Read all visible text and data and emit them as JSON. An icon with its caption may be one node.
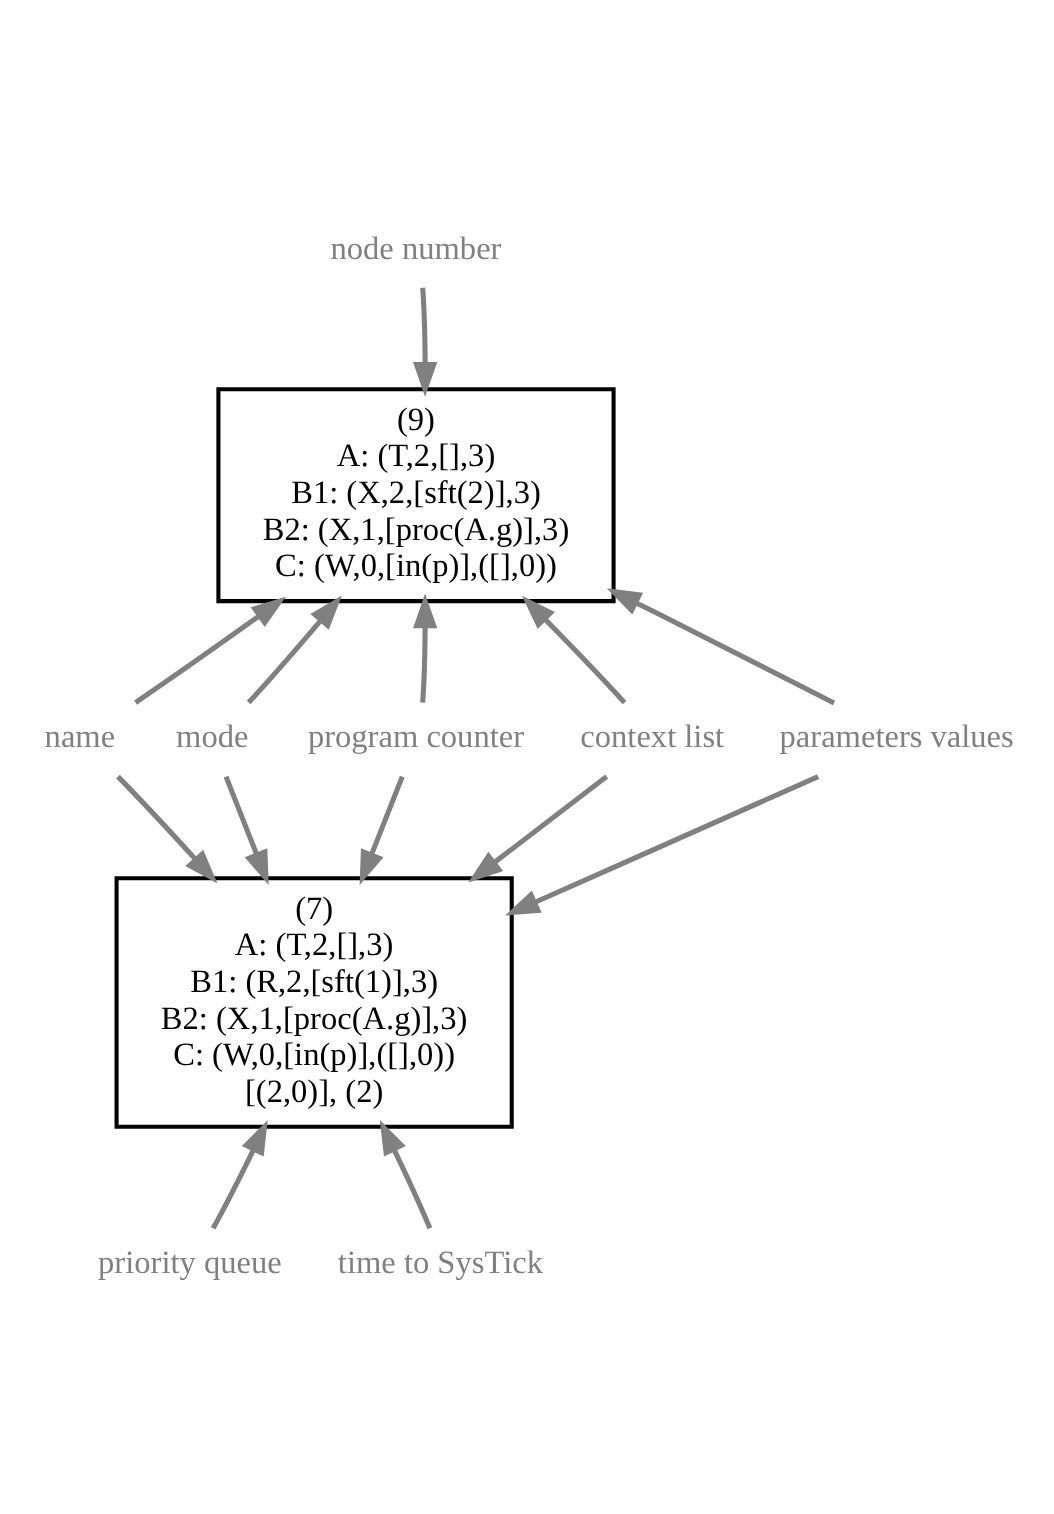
{
  "diagram": {
    "nodes": [
      {
        "text": [
          "node number"
        ]
      },
      {
        "text": [
          "(9)",
          "A: (T,2,[],3)",
          "B1: (X,2,[sft(2)],3)",
          "B2: (X,1,[proc(A.g)],3)",
          "C: (W,0,[in(p)],([],0))"
        ]
      },
      {
        "text": [
          "name"
        ]
      },
      {
        "text": [
          "mode"
        ]
      },
      {
        "text": [
          "program counter"
        ]
      },
      {
        "text": [
          "context list"
        ]
      },
      {
        "text": [
          "parameters values"
        ]
      },
      {
        "text": [
          "(7)",
          "A: (T,2,[],3)",
          "B1: (R,2,[sft(1)],3)",
          "B2: (X,1,[proc(A.g)],3)",
          "C: (W,0,[in(p)],([],0))",
          "[(2,0)], (2)"
        ]
      },
      {
        "text": [
          "priority queue"
        ]
      },
      {
        "text": [
          "time to SysTick"
        ]
      }
    ],
    "edges": [
      {
        "from": 0,
        "to": 1,
        "arrow": "to"
      },
      {
        "from": 2,
        "to": 1,
        "arrow": "to"
      },
      {
        "from": 3,
        "to": 1,
        "arrow": "to"
      },
      {
        "from": 4,
        "to": 1,
        "arrow": "to"
      },
      {
        "from": 5,
        "to": 1,
        "arrow": "to"
      },
      {
        "from": 6,
        "to": 1,
        "arrow": "to"
      },
      {
        "from": 2,
        "to": 7,
        "arrow": "to"
      },
      {
        "from": 3,
        "to": 7,
        "arrow": "to"
      },
      {
        "from": 4,
        "to": 7,
        "arrow": "to"
      },
      {
        "from": 5,
        "to": 7,
        "arrow": "to"
      },
      {
        "from": 6,
        "to": 7,
        "arrow": "to"
      },
      {
        "from": 8,
        "to": 7,
        "arrow": "to"
      },
      {
        "from": 9,
        "to": 7,
        "arrow": "to"
      }
    ]
  }
}
